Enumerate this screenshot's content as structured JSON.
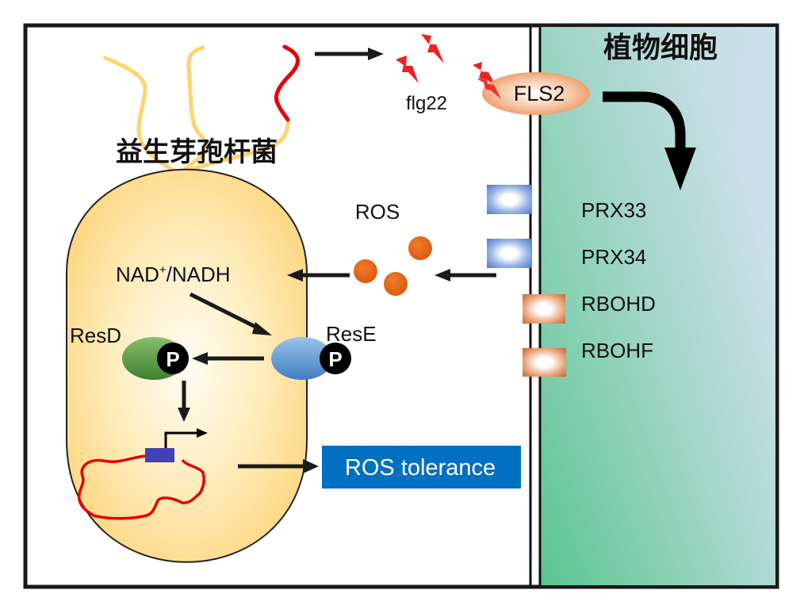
{
  "diagram": {
    "bacterium": {
      "title": "益生芽孢杆菌",
      "nad_label": "NAD",
      "nad_superscript": "+",
      "nad_suffix": "/NADH",
      "resd_label": "ResD",
      "rese_label": "ResE",
      "phospho_label": "P",
      "flagellin_ligand": "flg22"
    },
    "outcome": {
      "label": "ROS tolerance",
      "color": "#0070C0"
    },
    "ros": {
      "label": "ROS",
      "color": "#E2661A"
    },
    "plant_cell": {
      "title": "植物细胞",
      "receptor": "FLS2",
      "proteins": [
        {
          "label": "PRX33",
          "type": "peroxidase"
        },
        {
          "label": "PRX34",
          "type": "peroxidase"
        },
        {
          "label": "RBOHD",
          "type": "nadph-oxidase"
        },
        {
          "label": "RBOHF",
          "type": "nadph-oxidase"
        }
      ]
    },
    "colors": {
      "flagellum": "#FFD36E",
      "flagellum_active": "#E60000",
      "bacterium_fill": "#FDDB8A",
      "resd": "#5EA348",
      "rese": "#6FA6DA",
      "promoter_box": "#4040B0",
      "dna": "#E60000"
    }
  }
}
